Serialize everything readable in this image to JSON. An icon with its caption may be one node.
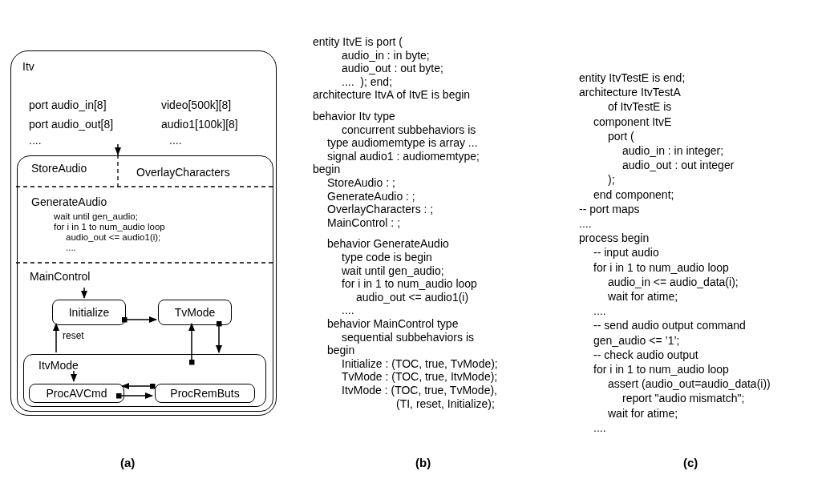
{
  "diagram": {
    "nodes": [
      {
        "text": [
          "Itv",
          "port audio_in[8]",
          "port audio_out[8]",
          "....",
          "video[500k][8]",
          "audio1[100k][8]",
          "...."
        ]
      },
      {
        "text": [],
        "shape": "box",
        "in": 0
      },
      {
        "text": [
          "StoreAudio"
        ],
        "in": 1
      },
      {
        "text": [
          "OverlayCharacters"
        ],
        "in": 1
      },
      {
        "text": [
          "GenerateAudio",
          "wait until gen_audio;",
          "for i in 1 to num_audio loop",
          "audio_out <= audio1(i);",
          "...."
        ],
        "in": 1
      },
      {
        "text": [
          "MainControl"
        ],
        "in": 1
      },
      {
        "text": [
          "Initialize"
        ],
        "in": 5
      },
      {
        "text": [
          "TvMode"
        ],
        "in": 5
      },
      {
        "text": [
          "ItvMode"
        ],
        "in": 5
      },
      {
        "text": [
          "ProcAVCmd"
        ],
        "in": 8
      },
      {
        "text": [
          "ProcRemButs"
        ],
        "in": 8
      }
    ],
    "edges": [
      {
        "from": null,
        "to": 1,
        "arrow": "to"
      },
      {
        "from": null,
        "to": 6,
        "arrow": "to"
      },
      {
        "from": 6,
        "to": 7,
        "arrow": "to"
      },
      {
        "from": 7,
        "to": 8,
        "arrow": "to"
      },
      {
        "from": 8,
        "to": 7,
        "arrow": "to"
      },
      {
        "from": 8,
        "to": 6,
        "arrow": "to",
        "label": "reset"
      },
      {
        "from": null,
        "to": 9,
        "arrow": "to"
      },
      {
        "from": 10,
        "to": 9,
        "arrow": "to"
      },
      {
        "from": 9,
        "to": 10,
        "arrow": "to"
      }
    ],
    "labels": [
      "entity ItvE is port (",
      "audio_in : in byte;",
      "audio_out : out byte;",
      "....  ); end;",
      "architecture ItvA of ItvE is begin",
      "behavior Itv type",
      "concurrent subbehaviors is",
      "type audiomemtype is array ...",
      "signal audio1 : audiomemtype;",
      "begin",
      "StoreAudio : ;",
      "GenerateAudio : ;",
      "OverlayCharacters : ;",
      "MainControl : ;",
      "behavior GenerateAudio",
      "type code is begin",
      "wait until gen_audio;",
      "for i in 1 to num_audio loop",
      "audio_out <= audio1(i)",
      "....",
      "behavior MainControl type",
      "sequential subbehaviors is",
      "begin",
      "Initialize : (TOC, true, TvMode);",
      "TvMode : (TOC, true, ItvMode);",
      "ItvMode : (TOC, true, TvMode),",
      "(TI, reset, Initialize);",
      "entity ItvTestE is end;",
      "architecture ItvTestA",
      "of ItvTestE is",
      "component ItvE",
      "port (",
      "audio_in : in integer;",
      "audio_out : out integer",
      ");",
      "end component;",
      "-- port maps",
      "....",
      "process begin",
      "-- input audio",
      "for i in 1 to num_audio loop",
      "audio_in <= audio_data(i);",
      "wait for atime;",
      "....",
      "-- send audio output command",
      "gen_audio <= ’1’;",
      "-- check audio output",
      "for i in 1 to num_audio loop",
      "assert (audio_out=audio_data(i))",
      "report \"audio mismatch\";",
      "wait for atime;",
      "....",
      "(a)",
      "(b)",
      "(c)"
    ]
  }
}
